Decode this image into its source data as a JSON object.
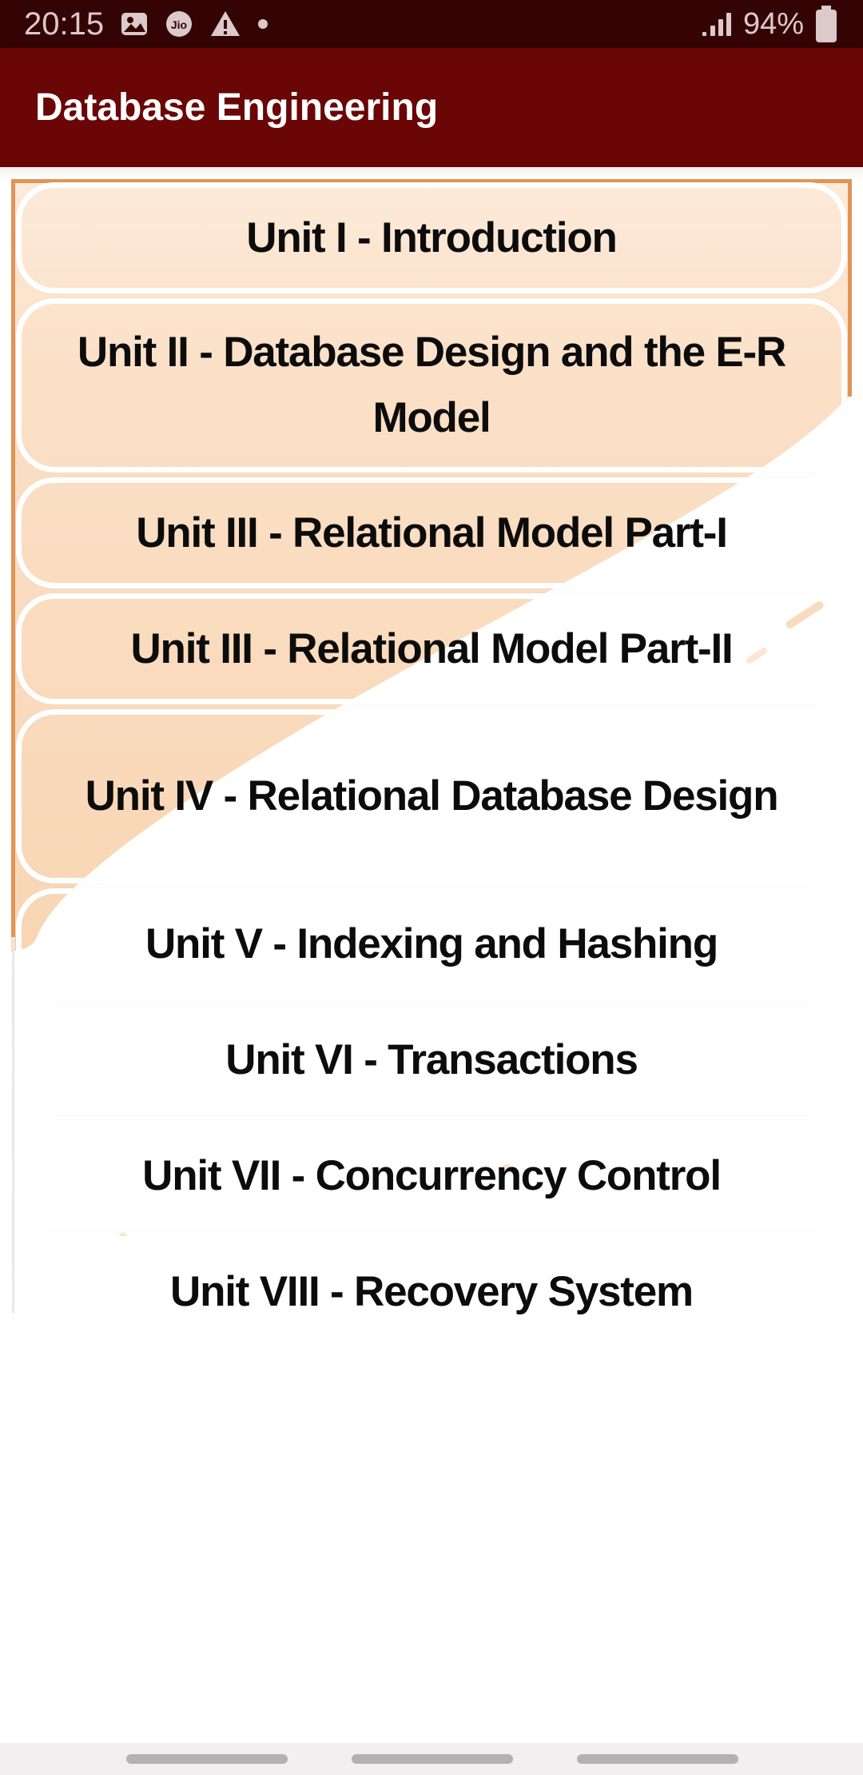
{
  "status_bar": {
    "time": "20:15",
    "jio_label": "Jio",
    "battery_percent": "94%",
    "left_icon_names": [
      "gallery-icon",
      "jio-icon",
      "warning-icon",
      "notification-dot-icon"
    ],
    "right_icon_names": [
      "signal-icon",
      "battery-icon"
    ]
  },
  "app_bar": {
    "title": "Database Engineering"
  },
  "units": [
    {
      "label": "Unit I - Introduction"
    },
    {
      "label": "Unit II - Database Design and the E-R Model"
    },
    {
      "label": "Unit III - Relational Model Part-I"
    },
    {
      "label": "Unit III - Relational Model Part-II"
    },
    {
      "label": "Unit IV - Relational Database Design"
    },
    {
      "label": "Unit V - Indexing and Hashing"
    },
    {
      "label": "Unit VI - Transactions"
    },
    {
      "label": "Unit VII - Concurrency Control"
    },
    {
      "label": "Unit VIII - Recovery System"
    }
  ],
  "nav_bar": {
    "pill_names": [
      "recents-pill",
      "home-pill",
      "back-pill"
    ]
  },
  "colors": {
    "status_bar_bg": "#340404",
    "app_bar_bg": "#6a0606",
    "peach": "#fbe0c6",
    "orange_border": "#e19457",
    "button_text": "#0c0c0c",
    "nav_bar_bg": "#f1efef",
    "nav_pill": "#b3b1b1",
    "status_fg": "#dcc9c9"
  }
}
